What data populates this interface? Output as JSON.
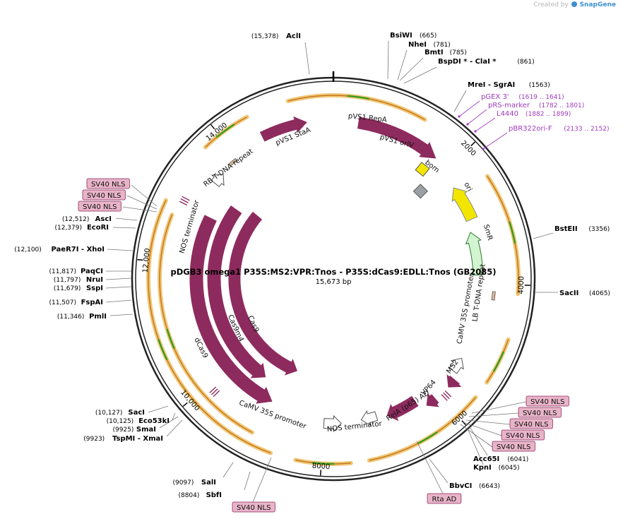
{
  "credit": {
    "prefix": "Created by",
    "brand": "SnapGene"
  },
  "plasmid": {
    "name": "pDGB3 omega1 P35S:MS2:VPR:Tnos - P35S:dCas9:EDLL:Tnos (GB2085)",
    "size_label": "15,673 bp",
    "length": 15673
  },
  "ticks": [
    {
      "pos": 2000,
      "label": "2000"
    },
    {
      "pos": 4000,
      "label": "4000"
    },
    {
      "pos": 6000,
      "label": "6000"
    },
    {
      "pos": 8000,
      "label": "8000"
    },
    {
      "pos": 10000,
      "label": "10,000"
    },
    {
      "pos": 12000,
      "label": "12,000"
    },
    {
      "pos": 14000,
      "label": "14,000"
    }
  ],
  "enzymes": [
    {
      "name": "AclI",
      "pos_label": "(15,378)"
    },
    {
      "name": "BsiWI",
      "pos_label": "(665)"
    },
    {
      "name": "NheI",
      "pos_label": "(781)"
    },
    {
      "name": "BmtI",
      "pos_label": "(785)"
    },
    {
      "name": "BspDI * - ClaI *",
      "pos_label": "(861)"
    },
    {
      "name": "MreI - SgrAI",
      "pos_label": "(1563)"
    },
    {
      "name": "BstEII",
      "pos_label": "(3356)"
    },
    {
      "name": "SacII",
      "pos_label": "(4065)"
    },
    {
      "name": "Acc65I",
      "pos_label": "(6041)"
    },
    {
      "name": "KpnI",
      "pos_label": "(6045)"
    },
    {
      "name": "BbvCI",
      "pos_label": "(6643)"
    },
    {
      "name": "SbfI",
      "pos_label": "(8804)"
    },
    {
      "name": "SalI",
      "pos_label": "(9097)"
    },
    {
      "name": "TspMI - XmaI",
      "pos_label": "(9923)"
    },
    {
      "name": "SmaI",
      "pos_label": "(9925)"
    },
    {
      "name": "Eco53kI",
      "pos_label": "(10,125)"
    },
    {
      "name": "SacI",
      "pos_label": "(10,127)"
    },
    {
      "name": "PmlI",
      "pos_label": "(11,346)"
    },
    {
      "name": "FspAI",
      "pos_label": "(11,507)"
    },
    {
      "name": "SspI",
      "pos_label": "(11,679)"
    },
    {
      "name": "NruI",
      "pos_label": "(11,797)"
    },
    {
      "name": "PaqCI",
      "pos_label": "(11,817)"
    },
    {
      "name": "PaeR7I - XhoI",
      "pos_label": "(12,100)"
    },
    {
      "name": "EcoRI",
      "pos_label": "(12,379)"
    },
    {
      "name": "AscI",
      "pos_label": "(12,512)"
    }
  ],
  "primers": [
    {
      "name": "pGEX 3'",
      "pos_label": "(1619 .. 1641)"
    },
    {
      "name": "pRS-marker",
      "pos_label": "(1782 .. 1801)"
    },
    {
      "name": "L4440",
      "pos_label": "(1882 .. 1899)"
    },
    {
      "name": "pBR322ori-F",
      "pos_label": "(2133 .. 2152)"
    }
  ],
  "boxed_features": [
    "SV40 NLS",
    "SV40 NLS",
    "SV40 NLS",
    "SV40 NLS",
    "SV40 NLS",
    "SV40 NLS",
    "SV40 NLS",
    "SV40 NLS",
    "Rta AD",
    "SV40 NLS"
  ],
  "features": [
    "pVS1 StaA",
    "pVS1 RepA",
    "pVS1 oriV",
    "bom",
    "ori",
    "SmR",
    "RB T-DNA repeat",
    "NOS terminator",
    "LB T-DNA repeat",
    "CaMV 35S promoter",
    "MS2",
    "VP64",
    "RelA (p65) AD",
    "NOS terminator",
    "CaMV 35S promoter",
    "dCas9",
    "Cas9m4",
    "Cas9"
  ],
  "colors": {
    "backbone": "#222222",
    "cds": "#8e2b5e",
    "promoter": "#ffffff",
    "origin": "#f2e600",
    "marker": "#d2f4d0",
    "primer": "#a03ac0",
    "box_fill": "#e8b4c8",
    "box_stroke": "#8e2b5e",
    "orf_glow": "#f0c878",
    "orf_line": "#c8781e",
    "orf_arrow": "#3c9a1e"
  }
}
